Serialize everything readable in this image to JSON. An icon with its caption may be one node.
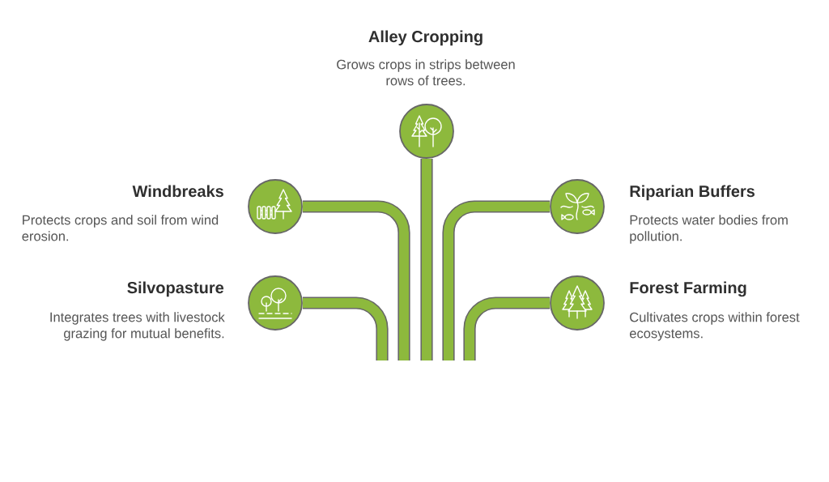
{
  "diagram": {
    "nodes": [
      {
        "text": [],
        "shape": "circle",
        "beside": [
          "Alley Cropping",
          "Grows crops in strips between rows of trees."
        ]
      },
      {
        "text": [],
        "shape": "circle",
        "beside": [
          "Windbreaks",
          "Protects crops and soil from wind erosion."
        ]
      },
      {
        "text": [],
        "shape": "circle",
        "beside": [
          "Riparian Buffers",
          "Protects water bodies from pollution."
        ]
      },
      {
        "text": [],
        "shape": "circle",
        "beside": [
          "Silvopasture",
          "Integrates trees with livestock grazing for mutual benefits."
        ]
      },
      {
        "text": [],
        "shape": "circle",
        "beside": [
          "Forest Farming",
          "Cultivates crops within forest ecosystems."
        ]
      }
    ],
    "edges": [
      {
        "from": 0,
        "to": null,
        "arrow": "none"
      },
      {
        "from": 1,
        "to": null,
        "arrow": "none"
      },
      {
        "from": 2,
        "to": null,
        "arrow": "none"
      },
      {
        "from": 3,
        "to": null,
        "arrow": "none"
      },
      {
        "from": 4,
        "to": null,
        "arrow": "none"
      }
    ]
  }
}
